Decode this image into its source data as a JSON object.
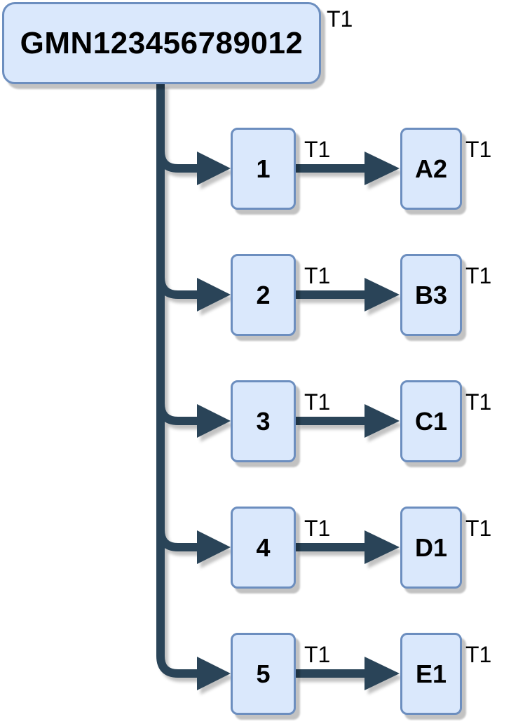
{
  "diagram": {
    "type": "tree",
    "root": {
      "label": "GMN123456789012",
      "tag": "T1"
    },
    "branches": [
      {
        "source": {
          "label": "1",
          "tag": "T1"
        },
        "target": {
          "label": "A2",
          "tag": "T1"
        }
      },
      {
        "source": {
          "label": "2",
          "tag": "T1"
        },
        "target": {
          "label": "B3",
          "tag": "T1"
        }
      },
      {
        "source": {
          "label": "3",
          "tag": "T1"
        },
        "target": {
          "label": "C1",
          "tag": "T1"
        }
      },
      {
        "source": {
          "label": "4",
          "tag": "T1"
        },
        "target": {
          "label": "D1",
          "tag": "T1"
        }
      },
      {
        "source": {
          "label": "5",
          "tag": "T1"
        },
        "target": {
          "label": "E1",
          "tag": "T1"
        }
      }
    ],
    "colors": {
      "node_fill": "#dae8fc",
      "node_stroke": "#6c8ebf",
      "connector": "#2a4458",
      "text": "#000000",
      "canvas_bg": "#ffffff"
    }
  }
}
